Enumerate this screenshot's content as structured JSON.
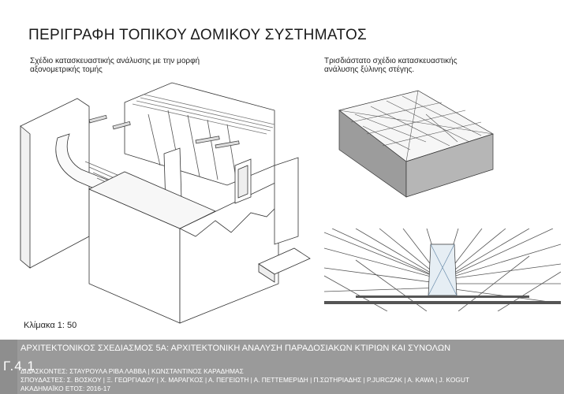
{
  "page": {
    "title": "ΠΕΡΙΓΡΑΦΗ ΤΟΠΙΚΟΥ ΔΟΜΙΚΟΥ ΣΥΣΤΗΜΑΤΟΣ",
    "left_caption": "Σχέδιο κατασκευαστικής ανάλυσης με την μορφή αξονομετρικής τομής",
    "right_caption": "Τρισδιάστατο σχέδιο κατασκευαστικής ανάλυσης ξύλινης στέγης.",
    "scale_label": "Κλίμακα 1: 50"
  },
  "footer": {
    "sheet_code": "Γ.4.1",
    "course": "ΑΡΧΙΤΕΚΤΟΝΙΚΟΣ ΣΧΕΔΙΑΣΜΟΣ 5Α: ΑΡΧΙΤΕΚΤΟΝΙΚΗ ΑΝΑΛΥΣΗ ΠΑΡΑΔΟΣΙΑΚΩΝ ΚΤΙΡΙΩΝ ΚΑΙ ΣΥΝΟΛΩΝ",
    "teachers": "ΔΙΔΑΣΚΟΝΤΕΣ: ΣΤΑΥΡΟΥΛΑ ΡΙΒΑ ΛΑΒΒΑ | ΚΩΝΣΤΑΝΤΙΝΟΣ ΚΑΡΑΔΗΜΑΣ",
    "students": "ΣΠΟΥΔΑΣΤΕΣ: Σ. ΒΟΣΚΟΥ | Ξ. ΓΕΩΡΓΙΑΔΟΥ | Χ. ΜΑΡΑΓΚΟΣ | Α. ΠΕΓΕΙΩΤΗ | Α. ΠΕΤΤΕΜΕΡΙΔΗ | Π.ΣΩΤΗΡΙΑΔΗΣ | P.JURCZAK | A. KAWA | J. KOGUT",
    "year": "ΑΚΑΔΗΜΑΪΚΟ ΕΤΟΣ: 2016-17"
  },
  "colors": {
    "footer_bg": "#9a9a9a",
    "footer_text": "#ffffff",
    "line_drawing": "#333333"
  }
}
